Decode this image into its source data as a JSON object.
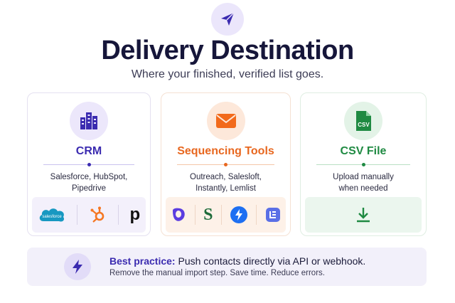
{
  "header": {
    "title": "Delivery Destination",
    "subtitle": "Where your finished, verified list goes.",
    "icon": "paper-plane-icon"
  },
  "cards": {
    "crm": {
      "title": "CRM",
      "desc_line1": "Salesforce, HubSpot,",
      "desc_line2": "Pipedrive",
      "accent": "#3b2bb0",
      "salesforce_logo_text": "salesforce",
      "pipedrive_logo_text": "p",
      "icon": "building-icon"
    },
    "sequencing": {
      "title": "Sequencing Tools",
      "desc_line1": "Outreach, Salesloft,",
      "desc_line2": "Instantly, Lemlist",
      "accent": "#e8671f",
      "salesloft_logo_text": "S",
      "icon": "envelope-icon"
    },
    "csv": {
      "title": "CSV File",
      "desc_line1": "Upload manually",
      "desc_line2": "when needed",
      "accent": "#1f8a42",
      "file_badge": "CSV",
      "icon": "csv-file-icon"
    }
  },
  "best_practice": {
    "label": "Best practice:",
    "text": " Push contacts directly via API or webhook.",
    "subtext": "Remove the manual import step. Save time. Reduce errors.",
    "icon": "lightning-icon"
  }
}
